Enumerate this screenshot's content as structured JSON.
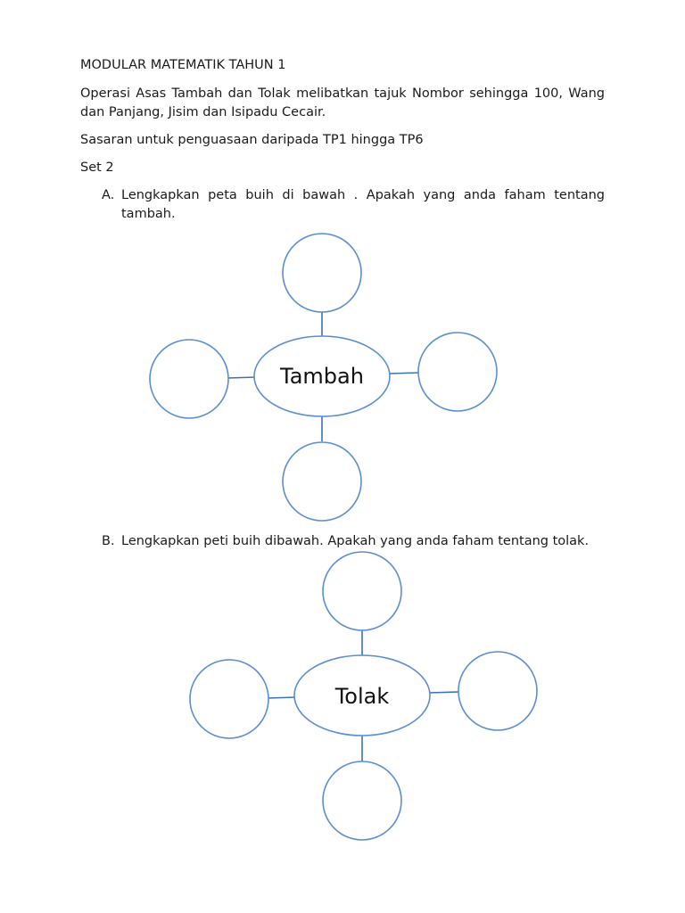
{
  "document": {
    "heading": "MODULAR MATEMATIK TAHUN 1",
    "intro_line1": "Operasi Asas Tambah dan Tolak melibatkan tajuk Nombor sehingga 100, Wang",
    "intro_line2": "dan Panjang, Jisim dan Isipadu Cecair.",
    "target": "Sasaran untuk penguasaan daripada TP1 hingga TP6",
    "set_label": "Set 2"
  },
  "sections": [
    {
      "marker": "A.",
      "instruction_line1": "Lengkapkan peta buih di bawah . Apakah yang anda faham tentang",
      "instruction_line2": "tambah.",
      "center_label": "Tambah"
    },
    {
      "marker": "B.",
      "instruction_line1": "Lengkapkan peti buih dibawah. Apakah yang anda faham tentang tolak.",
      "center_label": "Tolak"
    }
  ],
  "colors": {
    "bubble_stroke": "#5b8ed0",
    "connector": "#3d72b4",
    "text": "#1a1a1a"
  }
}
